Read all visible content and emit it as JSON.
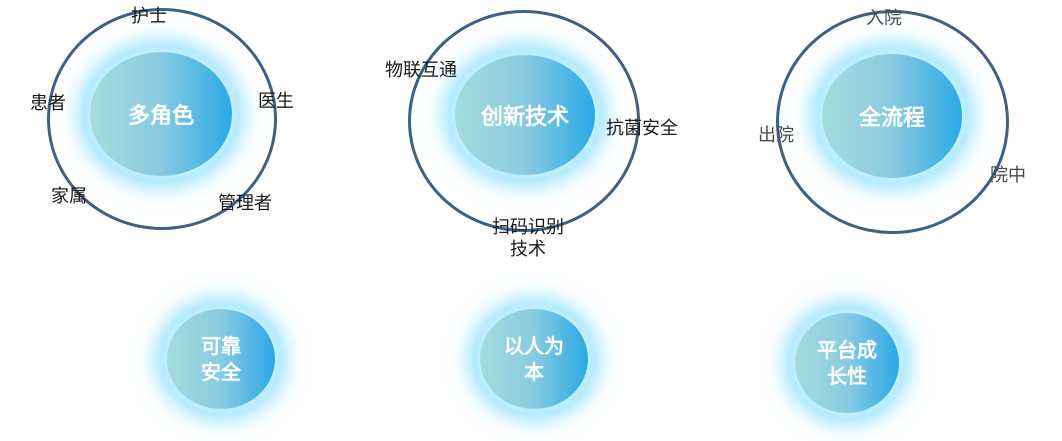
{
  "clusters": [
    {
      "center": "多角色",
      "satellites": [
        "护士",
        "医生",
        "管理者",
        "家属",
        "患者"
      ]
    },
    {
      "center": "创新技术",
      "satellites": [
        "物联互通",
        "抗菌安全",
        "扫码识别\n技术"
      ]
    },
    {
      "center": "全流程",
      "satellites": [
        "入院",
        "院中",
        "出院"
      ]
    }
  ],
  "values": [
    "可靠\n安全",
    "以人为\n本",
    "平台成\n长性"
  ],
  "colors": {
    "ring": "#3f5f86",
    "orb_light": "#a7dbdc",
    "orb_dark": "#2aa9e6",
    "glow": "#8cdeff"
  }
}
